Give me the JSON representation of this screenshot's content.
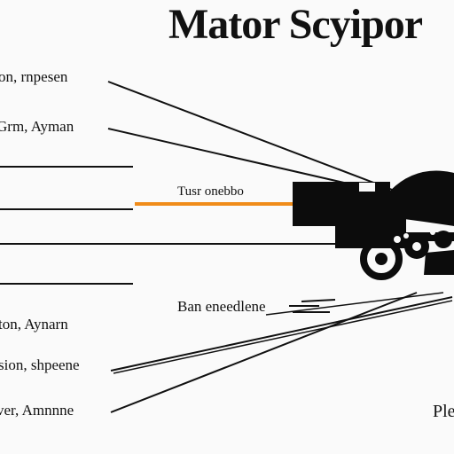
{
  "title": "Mator Scyipor",
  "left_labels": [
    "on, rnpesen",
    "Grm, Ayman",
    "ton, Aynarn",
    "sion, shpeene",
    "ver, Amnnne"
  ],
  "center_labels": {
    "upper": "Tusr onebbo",
    "lower": "Ban eneedlene"
  },
  "corner_label": "Ple",
  "colors": {
    "accent_line": "#f08c1a",
    "ink": "#111111"
  }
}
